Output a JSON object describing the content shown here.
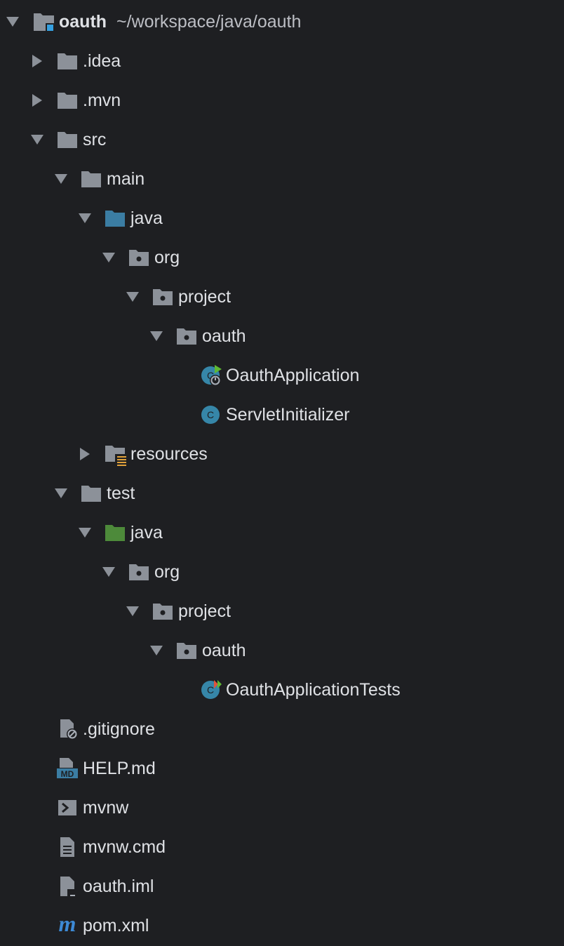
{
  "project": {
    "root_name": "oauth",
    "root_path": "~/workspace/java/oauth"
  },
  "tree": {
    "idea": ".idea",
    "mvn": ".mvn",
    "src": "src",
    "main": "main",
    "main_java": "java",
    "main_org": "org",
    "main_project": "project",
    "main_oauth": "oauth",
    "oauth_application": "OauthApplication",
    "servlet_initializer": "ServletInitializer",
    "resources": "resources",
    "test": "test",
    "test_java": "java",
    "test_org": "org",
    "test_project": "project",
    "test_oauth": "oauth",
    "oauth_application_tests": "OauthApplicationTests",
    "gitignore": ".gitignore",
    "help_md": "HELP.md",
    "mvnw": "mvnw",
    "mvnw_cmd": "mvnw.cmd",
    "oauth_iml": "oauth.iml",
    "pom_xml": "pom.xml"
  },
  "icons": {
    "arrow": "disclosure-triangle",
    "folder": "folder-icon",
    "package": "package-folder-icon",
    "source_root": "source-root-folder-icon",
    "test_root": "test-root-folder-icon",
    "resources_root": "resources-root-folder-icon",
    "class": "class-icon",
    "spring_boot_class": "spring-boot-class-icon",
    "test_class": "test-class-icon",
    "gitignore": "ignore-file-icon",
    "markdown": "markdown-file-icon",
    "shell": "shell-script-icon",
    "text": "text-file-icon",
    "module": "module-file-icon",
    "maven": "maven-icon"
  },
  "colors": {
    "background": "#1e1f22",
    "text": "#dfe1e5",
    "folder": "#8c9199",
    "source_root": "#3b7da3",
    "test_root": "#4d8a3a",
    "class_circle": "#3686a8",
    "accent_green": "#5fb833",
    "accent_red": "#e0543c",
    "resources_bars": "#e0a13a",
    "maven": "#3d8ad6"
  }
}
